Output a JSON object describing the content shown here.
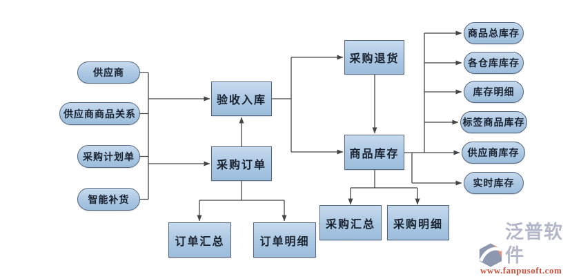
{
  "diagram": {
    "inputs": [
      {
        "label": "供应商"
      },
      {
        "label": "供应商商品关系"
      },
      {
        "label": "采购计划单"
      },
      {
        "label": "智能补货"
      }
    ],
    "process": {
      "acceptance_inbound": "验收入库",
      "purchase_order": "采购订单",
      "purchase_return": "采购退货",
      "product_inventory": "商品库存"
    },
    "order_reports": [
      {
        "label": "订单汇总"
      },
      {
        "label": "订单明细"
      }
    ],
    "purchase_reports": [
      {
        "label": "采购汇总"
      },
      {
        "label": "采购明细"
      }
    ],
    "inventory_outputs": [
      {
        "label": "商品总库存"
      },
      {
        "label": "各仓库库存"
      },
      {
        "label": "库存明细"
      },
      {
        "label": "标签商品库存"
      },
      {
        "label": "供应商库存"
      },
      {
        "label": "实时库存"
      }
    ]
  },
  "watermark": {
    "brand": "泛普软件",
    "url": "www.fanpusoft.com"
  },
  "colors": {
    "node_fill_top": "#c7daee",
    "node_fill_bottom": "#9cbddc",
    "node_border": "#56657a",
    "node_text": "#1a2230",
    "connector": "#454545",
    "brand_text": "#b3b7ca",
    "brand_url": "#cc4f38",
    "logo_blue": "#8e97b0",
    "logo_orange": "#e6947e"
  }
}
